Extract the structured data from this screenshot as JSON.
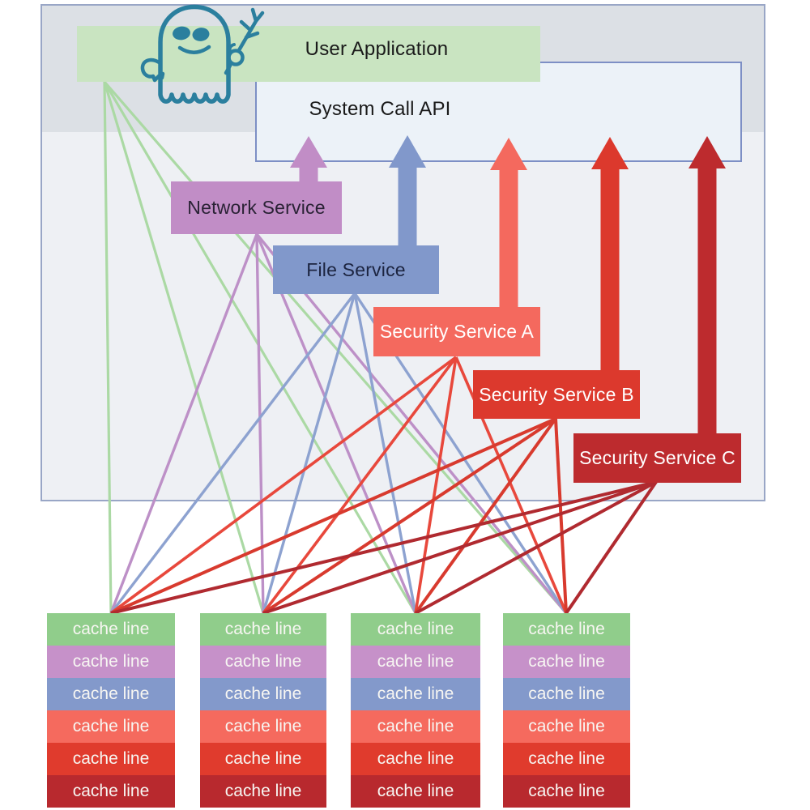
{
  "boxes": {
    "user_application": {
      "label": "User Application",
      "bg": "#c9e4c1",
      "text_color": "#1a1a1a"
    },
    "system_call_api": {
      "label": "System Call API",
      "bg": "#ecf2f8",
      "border": "#7d8fc5",
      "text_color": "#1a1a1a"
    }
  },
  "services": [
    {
      "id": "network",
      "label": "Network Service",
      "color": "#c18dc6",
      "line_color": "#bd90c7",
      "text_color": "#2a2235"
    },
    {
      "id": "file",
      "label": "File Service",
      "color": "#8198cb",
      "line_color": "#8da2d0",
      "text_color": "#1c2440"
    },
    {
      "id": "security-a",
      "label": "Security Service A",
      "color": "#f4695e",
      "line_color": "#e8483c",
      "text_color": "#ffffff"
    },
    {
      "id": "security-b",
      "label": "Security Service B",
      "color": "#dc392d",
      "line_color": "#d83a2e",
      "text_color": "#ffffff"
    },
    {
      "id": "security-c",
      "label": "Security Service C",
      "color": "#bd2b2e",
      "line_color": "#b02a30",
      "text_color": "#ffffff"
    }
  ],
  "user_app_line_color": "#abd9a4",
  "cache": {
    "row_label": "cache line",
    "column_count": 4,
    "rows_per_column": 6,
    "row_colors": [
      "#90cd8b",
      "#c691c9",
      "#8399cb",
      "#f56a5e",
      "#e03b2d",
      "#b8292e"
    ]
  },
  "ghost": {
    "name": "spectre-ghost",
    "color": "#2b7f9e"
  },
  "frame": {
    "outer_bg": "#eef0f4",
    "outer_border": "#99a6c6",
    "band_bg": "#dce0e5"
  }
}
